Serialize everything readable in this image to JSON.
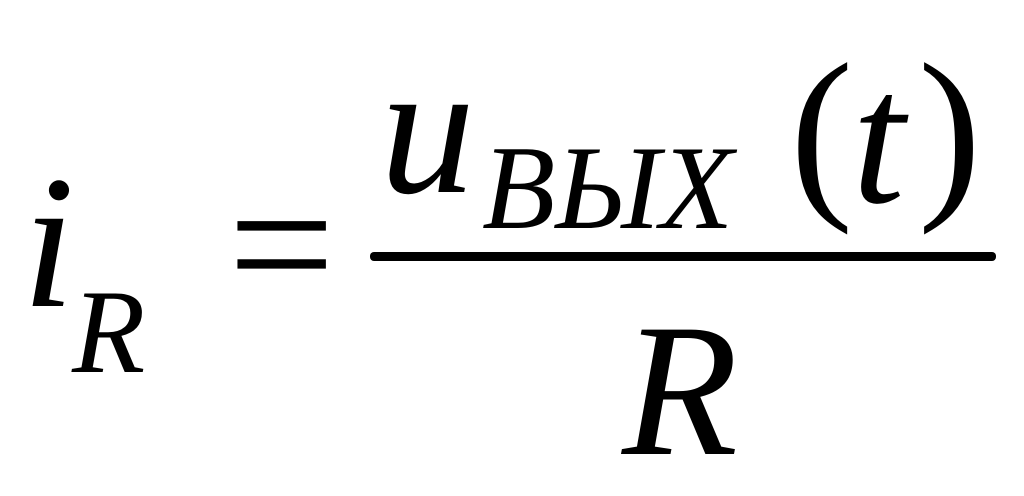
{
  "formula": {
    "lhs": {
      "variable": "i",
      "subscript": "R"
    },
    "equals": "=",
    "numerator": {
      "variable": "u",
      "subscript": "ВЫХ",
      "paren_open": "(",
      "argument": "t",
      "paren_close": ")"
    },
    "denominator": {
      "variable": "R"
    }
  }
}
